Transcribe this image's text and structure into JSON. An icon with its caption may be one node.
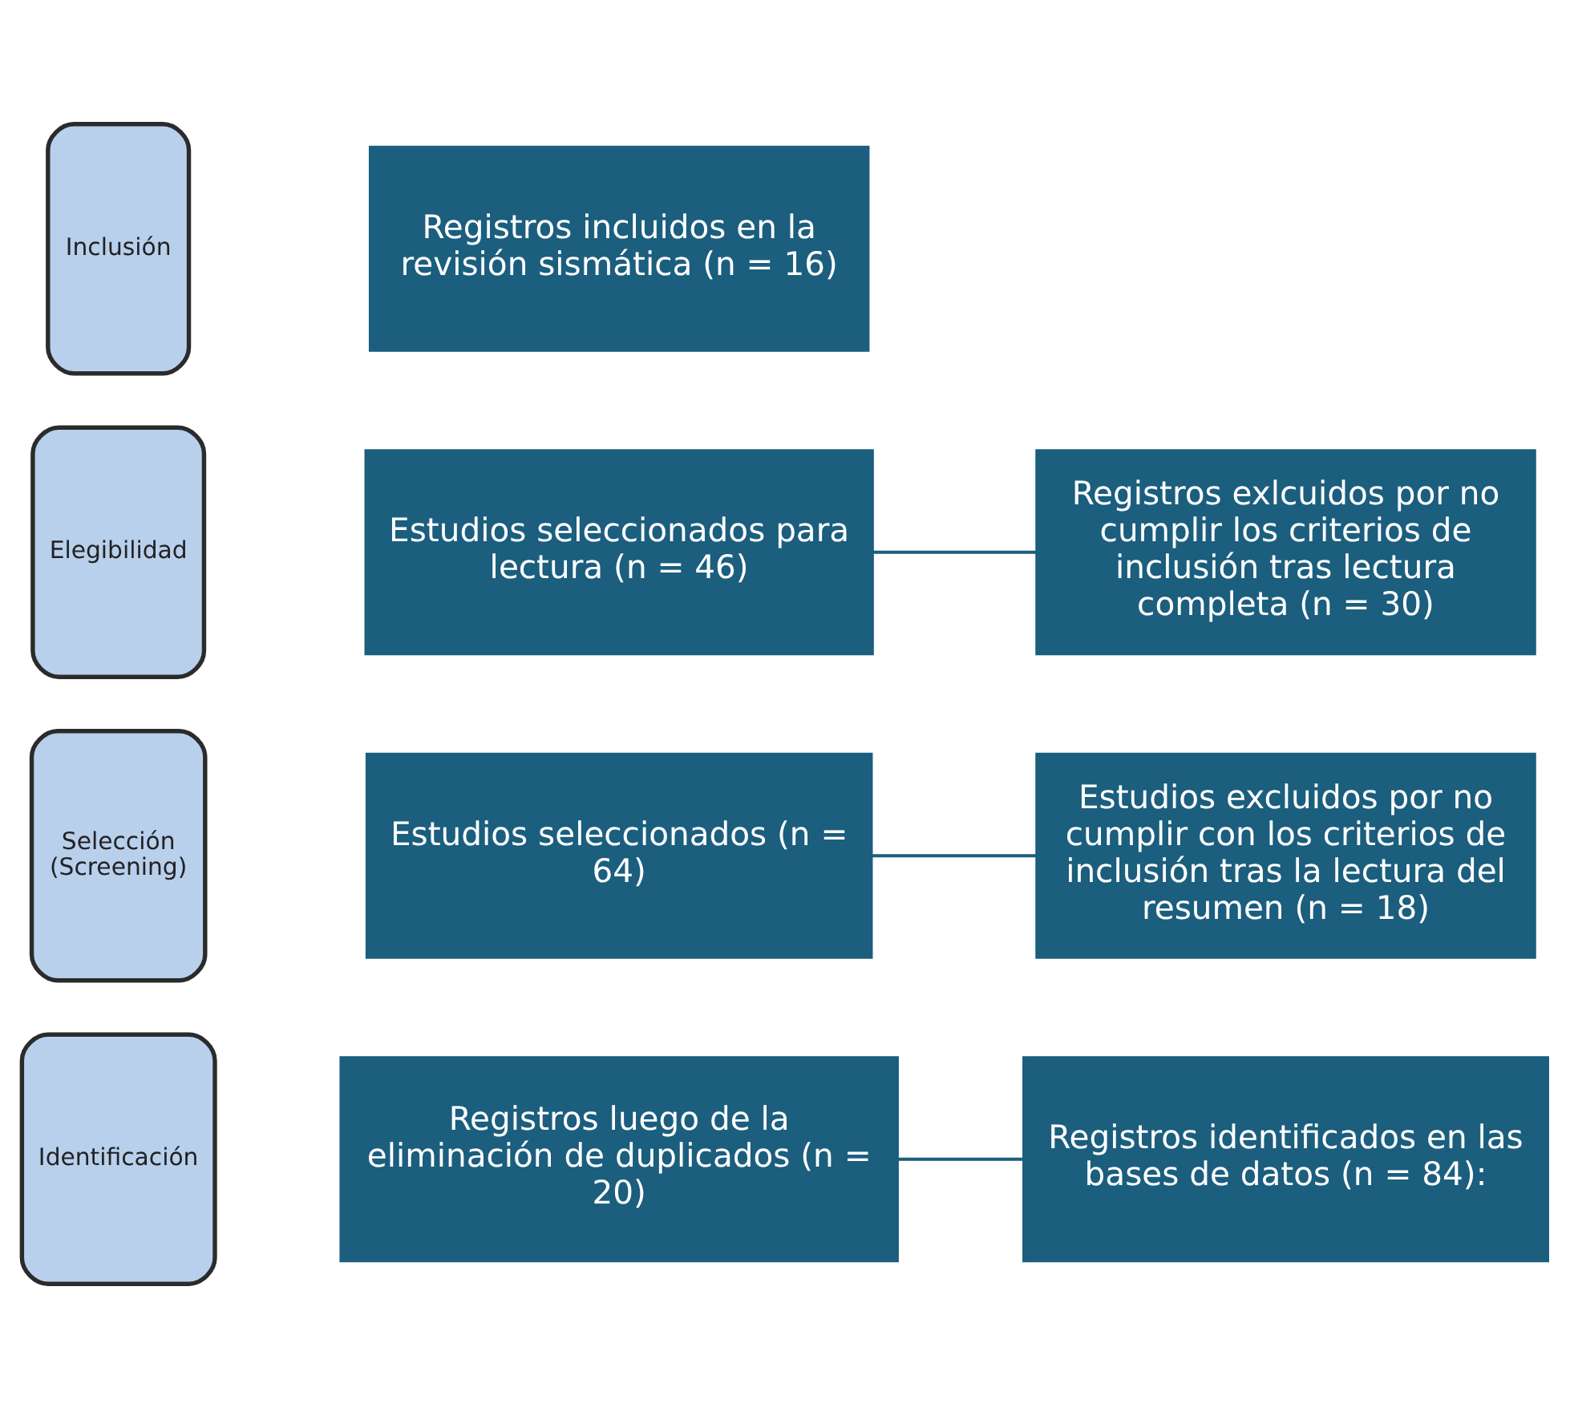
{
  "diagram": {
    "nodes": [
      {
        "text": [
          "Identificación"
        ]
      },
      {
        "text": [
          "Registros identificados en las bases de datos (n = 84):"
        ]
      },
      {
        "text": [
          "Registros luego de la eliminación de duplicados (n = 20)"
        ]
      },
      {
        "text": [
          "Selección (Screening)"
        ]
      },
      {
        "text": [
          "Estudios seleccionados (n = 64)"
        ]
      },
      {
        "text": [
          "Estudios excluidos por no cumplir con los criterios de inclusión tras la lectura del resumen (n = 18)"
        ]
      },
      {
        "text": [
          "Elegibilidad"
        ]
      },
      {
        "text": [
          "Estudios seleccionados para lectura (n = 46)"
        ]
      },
      {
        "text": [
          "Registros exlcuidos por no cumplir los criterios de inclusión tras lectura completa (n = 30)"
        ]
      },
      {
        "text": [
          "Inclusión"
        ]
      },
      {
        "text": [
          "Registros incluidos en la revisión sismática (n = 16)"
        ]
      }
    ],
    "edges": [
      {
        "from": 2,
        "to": 1,
        "arrow": "none"
      },
      {
        "from": 4,
        "to": 5,
        "arrow": "none"
      },
      {
        "from": 7,
        "to": 8,
        "arrow": "none"
      }
    ]
  }
}
